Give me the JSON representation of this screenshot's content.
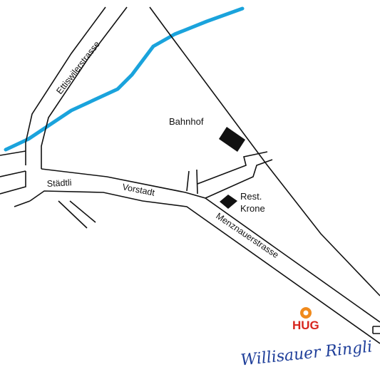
{
  "colors": {
    "road_outline": "#111111",
    "river": "#1aa3dc",
    "railway": "#111111",
    "building": "#111111",
    "hug_red": "#d7261e",
    "hug_orange": "#f08a1c",
    "ringli_blue": "#1f3f9a"
  },
  "streets": {
    "ettiswilerstrasse": "Ettiswilerstrasse",
    "staedtli": "Städtli",
    "vorstadt": "Vorstadt",
    "menznauerstrasse": "Menznauerstrasse"
  },
  "pois": {
    "bahnhof": "Bahnhof",
    "rest_line1": "Rest.",
    "rest_line2": "Krone"
  },
  "logo": {
    "brand": "HUG",
    "product": "Willisauer Ringli"
  }
}
